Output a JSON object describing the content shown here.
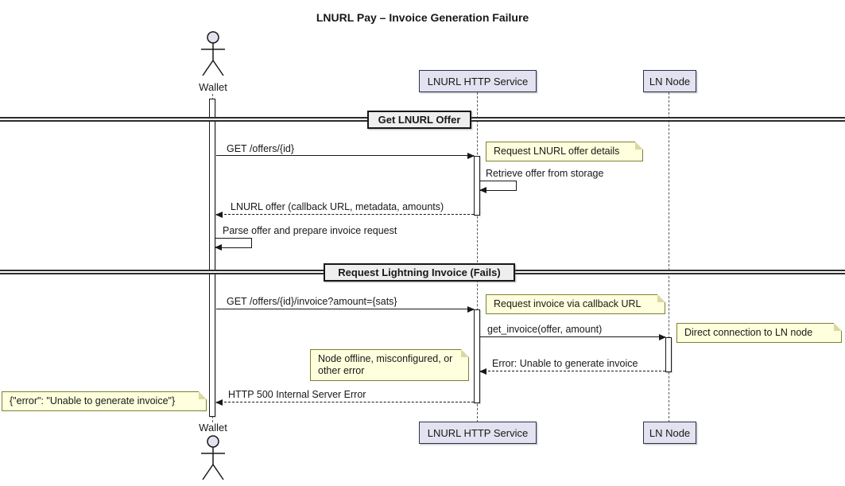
{
  "title": "LNURL Pay – Invoice Generation Failure",
  "participants": {
    "wallet": "Wallet",
    "service": "LNURL HTTP Service",
    "node": "LN Node"
  },
  "dividers": {
    "first": "Get LNURL Offer",
    "second": "Request Lightning Invoice (Fails)"
  },
  "messages": {
    "m1": "GET /offers/{id}",
    "m2": "Retrieve offer from storage",
    "m3": "LNURL offer (callback URL, metadata, amounts)",
    "m4": "Parse offer and prepare invoice request",
    "m5": "GET /offers/{id}/invoice?amount={sats}",
    "m6": "get_invoice(offer, amount)",
    "m7": "Error: Unable to generate invoice",
    "m8": "HTTP 500 Internal Server Error"
  },
  "notes": {
    "n1": "Request LNURL offer details",
    "n2": "Request invoice via callback URL",
    "n3": "Direct connection to LN node",
    "n4": "Node offline, misconfigured, or other error",
    "n5": "{\"error\": \"Unable to generate invoice\"}"
  },
  "colors": {
    "participant_fill": "#E2E2F0",
    "participant_border": "#2F2F4F",
    "note_fill": "#FEFFDD",
    "note_border": "#7F7F33",
    "divider_fill": "#EEEEEE",
    "line": "#181818",
    "background": "#FFFFFF"
  }
}
